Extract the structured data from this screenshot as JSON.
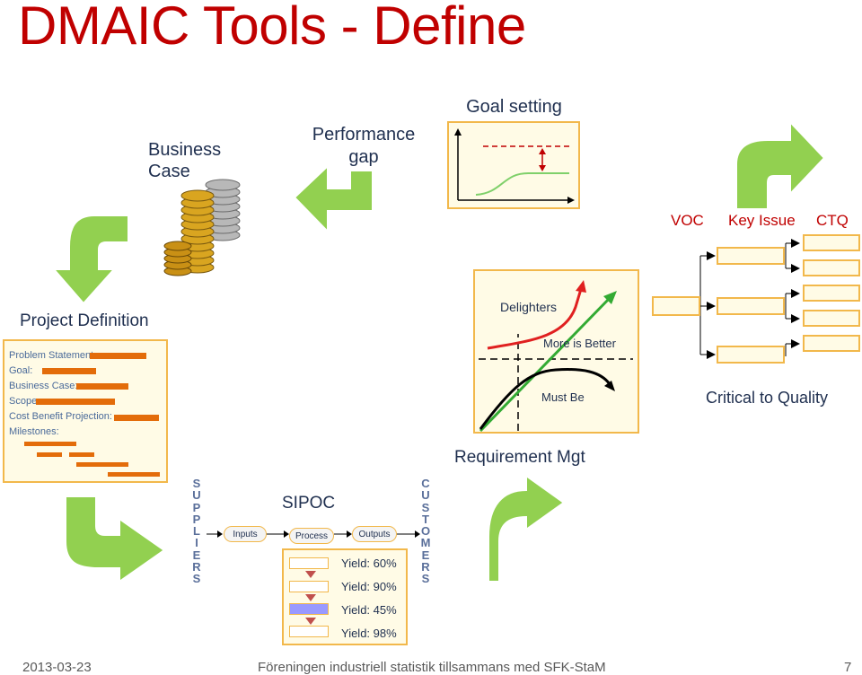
{
  "title": "DMAIC Tools - Define",
  "business_case": {
    "line1": "Business",
    "line2": "Case"
  },
  "performance_gap": {
    "line1": "Performance",
    "line2": "gap"
  },
  "goal_setting": {
    "label": "Goal setting"
  },
  "voc_tree": {
    "voc": "VOC",
    "key_issue": "Key Issue",
    "ctq": "CTQ",
    "caption": "Critical to Quality"
  },
  "project_definition": {
    "heading": "Project Definition",
    "fields": [
      "Problem Statement:",
      "Goal:",
      "Business Case:",
      "Scope:",
      "Cost Benefit Projection:",
      "Milestones:"
    ]
  },
  "kano": {
    "delighters": "Delighters",
    "more_is_better": "More is Better",
    "must_be": "Must Be",
    "caption": "Requirement Mgt"
  },
  "sipoc": {
    "heading": "SIPOC",
    "suppliers_letters": [
      "S",
      "U",
      "P",
      "P",
      "L",
      "I",
      "E",
      "R",
      "S"
    ],
    "customers_letters": [
      "C",
      "U",
      "S",
      "T",
      "O",
      "M",
      "E",
      "R",
      "S"
    ],
    "inputs": "Inputs",
    "process": "Process",
    "outputs": "Outputs",
    "yields": [
      "Yield: 60%",
      "Yield: 90%",
      "Yield: 45%",
      "Yield: 98%"
    ]
  },
  "footer": {
    "date": "2013-03-23",
    "org": "Föreningen industriell statistik tillsammans med SFK-StaM",
    "page": "7"
  },
  "colors": {
    "title": "#c00000",
    "box_border": "#f2b84b",
    "bar": "#e36c0a",
    "arrow_green": "#92d050",
    "voc_red": "#c00000"
  },
  "icons": [
    "coin-stacks-icon",
    "curved-arrow-icon"
  ]
}
